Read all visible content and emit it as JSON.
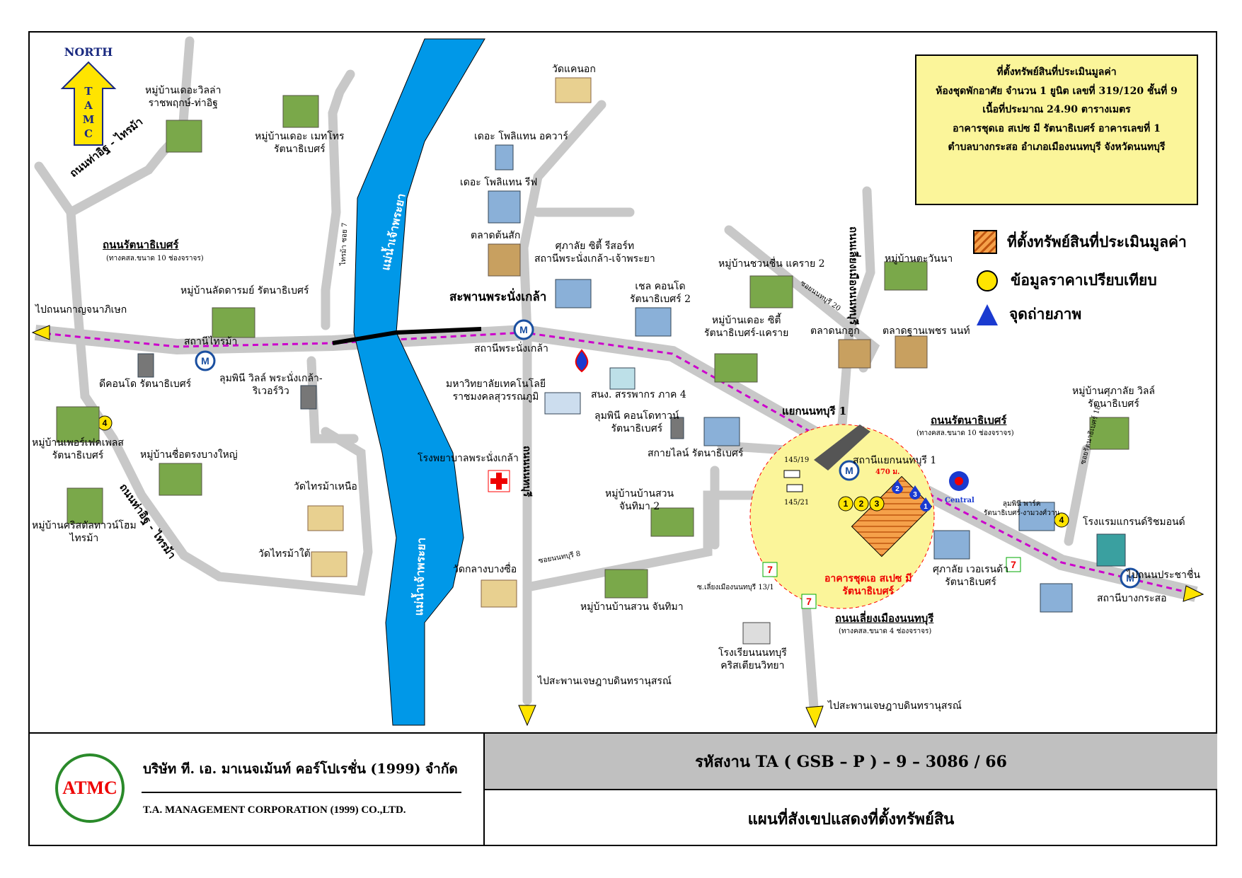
{
  "compass": {
    "north": "NORTH",
    "letters": [
      "T",
      "A",
      "M",
      "C"
    ]
  },
  "info_box": {
    "line1": "ที่ตั้งทรัพย์สินที่ประเมินมูลค่า",
    "line2": "ห้องชุดพักอาศัย จำนวน 1 ยูนิต เลขที่ 319/120 ชั้นที่ 9",
    "line3": "เนื้อที่ประมาณ 24.90 ตารางเมตร",
    "line4": "อาคารชุดเอ สเปซ มี รัตนาธิเบศร์ อาคารเลขที่ 1",
    "line5": "ตำบลบางกระสอ อำเภอเมืองนนทบุรี จังหวัดนนทบุรี"
  },
  "legend": [
    {
      "label": "ที่ตั้งทรัพย์สินที่ประเมินมูลค่า",
      "icon": "hatched-square-icon"
    },
    {
      "label": "ข้อมูลราคาเปรียบเทียบ",
      "icon": "yellow-circle-icon"
    },
    {
      "label": "จุดถ่ายภาพ",
      "icon": "blue-arrow-icon"
    }
  ],
  "labels": {
    "tha_it_road_top": "ถนนท่าอิฐ - ไทรม้า",
    "the_villa": "หมู่บ้านเดอะวิลล่า\nราชพฤกษ์-ท่าอิฐ",
    "metro_village": "หมู่บ้านเดอะ เมทโทร\nรัตนาธิเบศร์",
    "wat_khae_nok": "วัดแคนอก",
    "polis_aqua": "เดอะ โพลิแทน อควาร์",
    "polis_breeze": "เดอะ โพลิแทน รีฟ",
    "talad_tonsak": "ตลาดต้นสัก",
    "supalai_city": "ศุภาลัย ซิตี้ รีสอร์ท\nสถานีพระนั่งเกล้า-เจ้าพระยา",
    "ratthanathibet_road": "ถนนรัตนาธิเบศร์",
    "ratthanathibet_road_sub": "(ทางคสล.ขนาด 10 ช่องจราจร)",
    "ladda_village": "หมู่บ้านลัดดารมย์ รัตนาธิเบศร์",
    "to_kanchana": "ไปถนนกาญจนาภิเษก",
    "sai_ma_station": "สถานีไทรม้า",
    "d_condo": "ดีคอนโด รัตนาธิเบศร์",
    "lumpini_ville": "ลุมพินี วิลล์ พระนั่งเกล้า-\nริเวอร์วิว",
    "river_top": "แม่น้ำเจ้าพระยา",
    "river_bottom": "แม่น้ำเจ้าพระยา",
    "phranangklao_bridge": "สะพานพระนั่งเกล้า",
    "phranangklao_station": "สถานีพระนั่งเกล้า",
    "rmutsb": "มหาวิทยาลัยเทคโนโลยี\nราชมงคลสุวรรณภูมิ",
    "revenue": "สนง. สรรพากร ภาค 4",
    "lumpini_condotown": "ลุมพินี คอนโดทาวน์\nรัตนาธิเบศร์",
    "skyline": "สกายไลน์ รัตนาธิเบศร์",
    "chuan_chuen": "หมู่บ้านชวนชื่น แคราย 2",
    "soi_nonthaburi20": "ซอยนนทบุรี 20",
    "the_city_village": "หมู่บ้านเดอะ ซิตี้\nรัตนาธิเบศร์-แคราย",
    "kangkoon_market": "ตลาดนกฮูก",
    "thanapetch_market": "ตลาดฐานเพชร นนท์",
    "dawin_village": "หมู่บ้านตะวันนา",
    "nonthaburi_road_vert": "ถนนเลี่ยงเมืองนนทบุรี",
    "chazze_condo": "เชล คอนโด\nรัตนาธิเบศร์ 2",
    "yaek_nonthaburi1": "แยกนนทบุรี 1",
    "yaek_station": "สถานีแยกนนทบุรี 1",
    "ratthanathibet_road_right": "ถนนรัตนาธิเบศร์",
    "ratthanathibet_road_right_sub": "(ทางคสล.ขนาด 10 ช่องจราจร)",
    "distance": "470 ม.",
    "subject_name": "อาคารชุดเอ สเปซ มี\nรัตนาธิเบศร์",
    "central": "Central",
    "lumpini_park": "ลุมพินี พาร์ค\nรัตนาธิเบศร์-งามวงศ์วาน",
    "supalai_village": "หมู่บ้านศุภาลัย วิลล์\nรัตนาธิเบศร์",
    "soi_rattana18": "ซอยรัตนาธิเบศร์ 18",
    "grand_richmond": "โรงแรมแกรนด์ริชมอนด์",
    "to_prachachuen": "ไปถนนประชาชื่น",
    "bang_kraso_station": "สถานีบางกระสอ",
    "supalai_veranda": "ศุภาลัย เวอเรนด้า\nรัตนาธิเบศร์",
    "perfect_place": "หมู่บ้านเพอร์เฟคเพลส\nรัตนาธิเบศร์",
    "chue_trong": "หมู่บ้านชื่อตรงบางใหญ่",
    "crystal_village": "หมู่บ้านคริสตัลทาวน์โฮม\nไทรม้า",
    "tha_it_road_bottom": "ถนนท่าอิฐ - ไทรม้า",
    "wat_sai_ma_nuea": "วัดไทรม้าเหนือ",
    "wat_sai_ma_tai": "วัดไทรม้าใต้",
    "hospital": "โรงพยาบาลพระนั่งเกล้า",
    "wat_klang_bang_sue": "วัดกลางบางซื่อ",
    "nonthaburi_road_left": "ถนนนนทบุรี",
    "soi_nonthaburi8": "ซอยนนทบุรี 8",
    "baan_suan_2": "หมู่บ้านบ้านสวน\nจันทิมา 2",
    "baan_suan": "หมู่บ้านบ้านสวน จันทิมา",
    "to_rama5_left": "ไปสะพานเจษฎาบดินทรานุสรณ์",
    "to_rama5_right": "ไปสะพานเจษฎาบดินทรานุสรณ์",
    "soi_liang_13_1": "ซ.เลี่ยงเมืองนนทบุรี 13/1",
    "liang_road_label": "ถนนเลี่ยงเมืองนนทบุรี",
    "liang_road_sub": "(ทางคสล.ขนาด 4 ช่องจราจร)",
    "school": "โรงเรียนนนทบุรี\nคริสเตียนวิทยา",
    "lot_145_19": "145/19",
    "lot_145_21": "145/21",
    "sai_ma_soi": "ไทรม้า ซอย 7"
  },
  "footer": {
    "company_th": "บริษัท  ที. เอ. มาเนจเม้นท์ คอร์โปเรชั่น (1999)  จำกัด",
    "company_en": "T.A. MANAGEMENT CORPORATION (1999) CO.,LTD.",
    "logo_text": "ATMC",
    "code": "รหัสงาน   TA ( GSB – P ) – 9 – 3086 / 66",
    "title": "แผนที่สังเขปแสดงที่ตั้งทรัพย์สิน"
  },
  "comparables": [
    "1",
    "2",
    "3",
    "4"
  ],
  "photo_points": [
    "1",
    "2",
    "3"
  ],
  "colors": {
    "road": "#c8c8c8",
    "river": "#0098e8",
    "info_bg": "#fbf59a",
    "purple_line": "#cc00cc",
    "highlight_circle": "#fbf59a",
    "subject_hatch": "#e87a20"
  }
}
